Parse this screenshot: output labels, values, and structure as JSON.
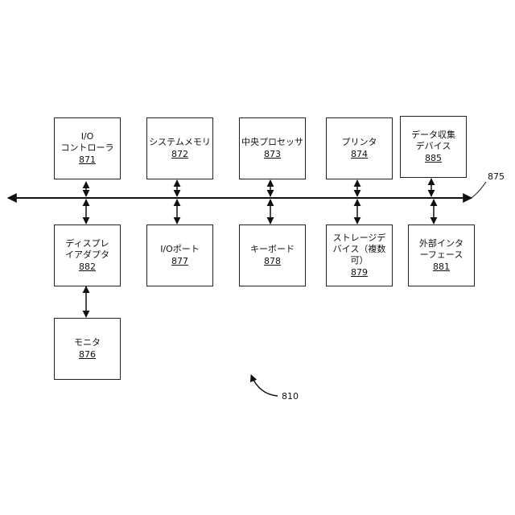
{
  "diagram": {
    "bus_label": "875",
    "figure_label": "810",
    "blocks": [
      {
        "id": "io_controller",
        "label": "I/O\nコントローラ",
        "ref": "871"
      },
      {
        "id": "system_memory",
        "label": "システムメモリ",
        "ref": "872"
      },
      {
        "id": "cpu",
        "label": "中央プロセッサ",
        "ref": "873"
      },
      {
        "id": "printer",
        "label": "プリンタ",
        "ref": "874"
      },
      {
        "id": "data_acq",
        "label": "データ収集\nデバイス",
        "ref": "885"
      },
      {
        "id": "display_adapter",
        "label": "ディスプレ\nイアダプタ",
        "ref": "882"
      },
      {
        "id": "io_port",
        "label": "I/Oポート",
        "ref": "877"
      },
      {
        "id": "keyboard",
        "label": "キーボード",
        "ref": "878"
      },
      {
        "id": "storage",
        "label": "ストレージデ\nバイス（複数可）",
        "ref": "879"
      },
      {
        "id": "ext_interface",
        "label": "外部インタ\nーフェース",
        "ref": "881"
      },
      {
        "id": "monitor",
        "label": "モニタ",
        "ref": "876"
      }
    ]
  }
}
